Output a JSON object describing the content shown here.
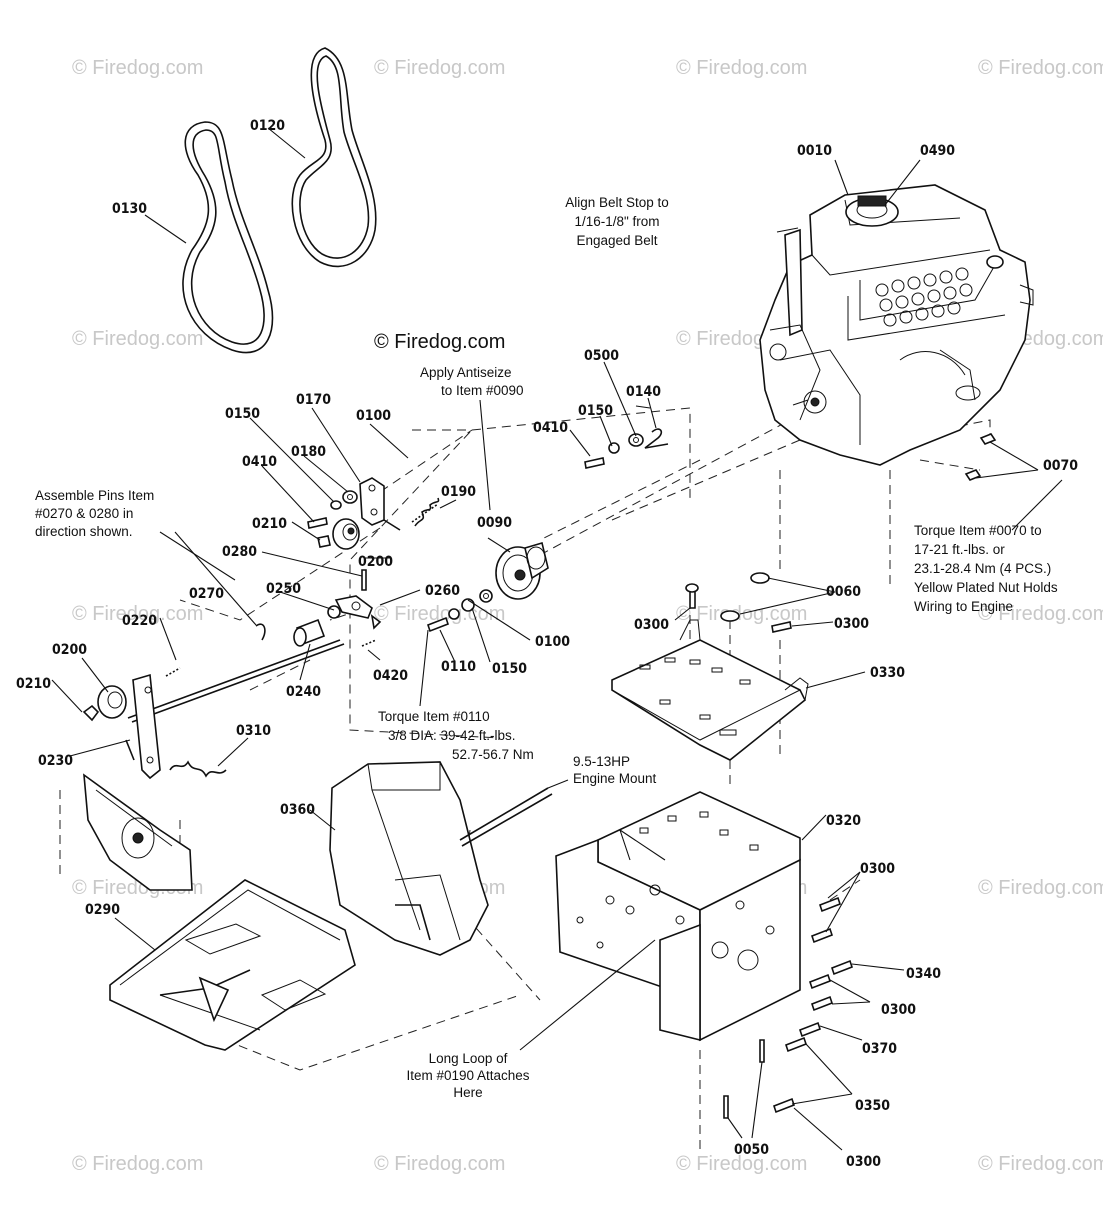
{
  "watermark": {
    "text": "© Firedog.com",
    "center_text": "© Firedog.com"
  },
  "part_numbers": {
    "p0010": "0010",
    "p0490": "0490",
    "p0120": "0120",
    "p0130": "0130",
    "p0500": "0500",
    "p0140": "0140",
    "p0150a": "0150",
    "p0410a": "0410",
    "p0150b": "0150",
    "p0170": "0170",
    "p0100a": "0100",
    "p0410b": "0410",
    "p0180": "0180",
    "p0190": "0190",
    "p0210a": "0210",
    "p0090": "0090",
    "p0200a": "0200",
    "p0280": "0280",
    "p0270": "0270",
    "p0250": "0250",
    "p0260": "0260",
    "p0220": "0220",
    "p0240": "0240",
    "p0110": "0110",
    "p0150c": "0150",
    "p0100b": "0100",
    "p0420": "0420",
    "p0200b": "0200",
    "p0210b": "0210",
    "p0230": "0230",
    "p0310": "0310",
    "p0070": "0070",
    "p0060": "0060",
    "p0300a": "0300",
    "p0300b": "0300",
    "p0330": "0330",
    "p0360": "0360",
    "p0320": "0320",
    "p0290": "0290",
    "p0300c": "0300",
    "p0340": "0340",
    "p0300d": "0300",
    "p0370": "0370",
    "p0350": "0350",
    "p0050": "0050",
    "p0300e": "0300"
  },
  "notes": {
    "align_belt": [
      "Align Belt Stop to",
      "1/16-1/8\" from",
      "Engaged Belt"
    ],
    "antiseize": [
      "Apply Antiseize",
      "to Item #0090"
    ],
    "assemble_pins": [
      "Assemble Pins Item",
      "#0270 & 0280 in",
      "direction shown."
    ],
    "torque_0110": [
      "Torque Item #0110",
      "3/8 DIA: 39-42 ft.-lbs.",
      "52.7-56.7 Nm"
    ],
    "torque_0070": [
      "Torque Item #0070 to",
      "17-21 ft.-lbs. or",
      "23.1-28.4 Nm (4 PCS.)",
      "Yellow Plated Nut Holds",
      "Wiring to Engine"
    ],
    "engine_mount": [
      "9.5-13HP",
      "Engine Mount"
    ],
    "long_loop": [
      "Long Loop of",
      "Item #0190 Attaches",
      "Here"
    ]
  },
  "colors": {
    "ink": "#111111",
    "watermark": "#c8c8c8",
    "background": "#ffffff"
  }
}
